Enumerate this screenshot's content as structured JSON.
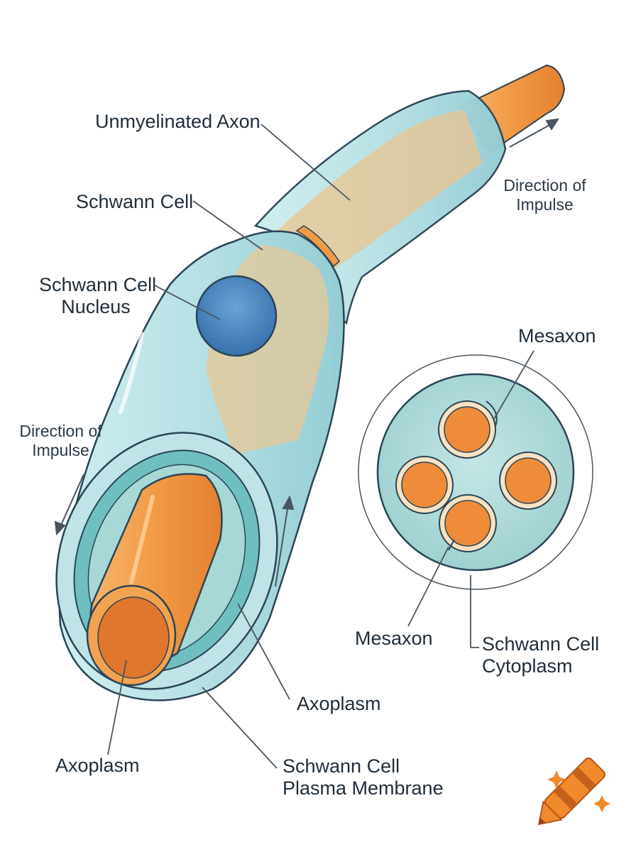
{
  "labels": {
    "unmyelinated_axon": "Unmyelinated Axon",
    "schwann_cell": "Schwann Cell",
    "schwann_cell_nucleus_line1": "Schwann Cell",
    "schwann_cell_nucleus_line2": "Nucleus",
    "direction_right_line1": "Direction of",
    "direction_right_line2": "Impulse",
    "direction_left_line1": "Direction of",
    "direction_left_line2": "Impulse",
    "mesaxon_top": "Mesaxon",
    "mesaxon_bottom": "Mesaxon",
    "cytoplasm_line1": "Schwann Cell",
    "cytoplasm_line2": "Cytoplasm",
    "axoplasm_right": "Axoplasm",
    "axoplasm_left": "Axoplasm",
    "plasma_membrane_line1": "Schwann Cell",
    "plasma_membrane_line2": "Plasma Membrane"
  },
  "colors": {
    "axon_orange": "#f19a45",
    "axon_inner": "#e0772c",
    "sheath_blue": "#bfe3e6",
    "sheath_outline": "#2b4456",
    "nucleus_blue": "#3f7fb8",
    "cytoplasm_teal": "#9fd4d2",
    "line_gray": "#4a5560"
  },
  "icons": {
    "logo": "crayon-logo-icon"
  }
}
